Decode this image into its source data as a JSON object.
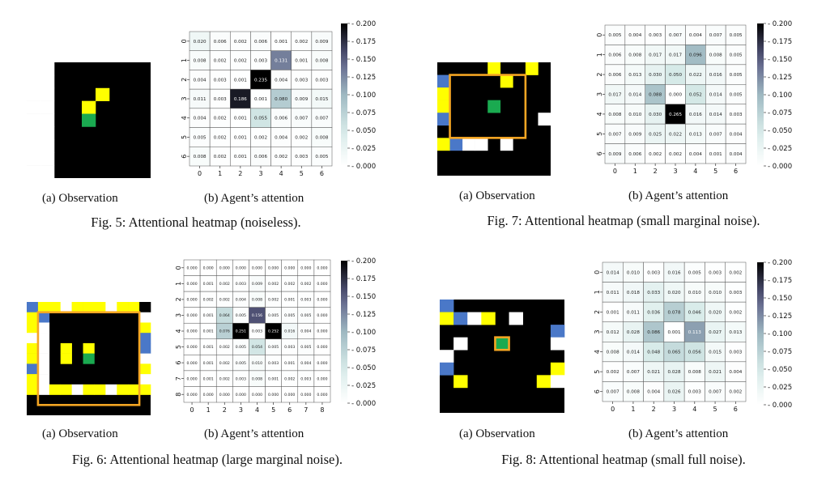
{
  "chart_data": [
    {
      "type": "heatmap",
      "figure_caption": "Fig. 5: Attentional heatmap (noiseless).",
      "obs_caption": "(a) Observation",
      "att_caption": "(b) Agent’s attention",
      "x_ticks": [
        "0",
        "1",
        "2",
        "3",
        "4",
        "5",
        "6"
      ],
      "y_ticks": [
        "0",
        "1",
        "2",
        "3",
        "4",
        "5",
        "6"
      ],
      "values": [
        [
          "0.020",
          "0.006",
          "0.002",
          "0.006",
          "0.001",
          "0.002",
          "0.009"
        ],
        [
          "0.008",
          "0.002",
          "0.002",
          "0.003",
          "0.131",
          "0.001",
          "0.008"
        ],
        [
          "0.004",
          "0.003",
          "0.001",
          "0.235",
          "0.004",
          "0.003",
          "0.003"
        ],
        [
          "0.011",
          "0.003",
          "0.186",
          "0.001",
          "0.080",
          "0.009",
          "0.015"
        ],
        [
          "0.004",
          "0.002",
          "0.001",
          "0.055",
          "0.006",
          "0.007",
          "0.007"
        ],
        [
          "0.005",
          "0.002",
          "0.001",
          "0.002",
          "0.004",
          "0.002",
          "0.008"
        ],
        [
          "0.008",
          "0.002",
          "0.001",
          "0.006",
          "0.002",
          "0.003",
          "0.005"
        ]
      ],
      "colorbar_ticks": [
        "0.000",
        "0.025",
        "0.050",
        "0.075",
        "0.100",
        "0.125",
        "0.150",
        "0.175",
        "0.200"
      ],
      "vmin": 0,
      "vmax": 0.2,
      "observation": {
        "grid": 9,
        "cells": [
          {
            "r": 0,
            "c": 0,
            "color": "#ffffff"
          },
          {
            "r": 0,
            "c": 1,
            "color": "#ffffff"
          },
          {
            "r": 1,
            "c": 0,
            "color": "#ffffff"
          },
          {
            "r": 1,
            "c": 1,
            "color": "#ffffff"
          },
          {
            "r": 2,
            "c": 0,
            "color": "#ffffff"
          },
          {
            "r": 2,
            "c": 1,
            "color": "#ffffff"
          },
          {
            "r": 3,
            "c": 0,
            "color": "#ffffff"
          },
          {
            "r": 3,
            "c": 1,
            "color": "#ffffff"
          },
          {
            "r": 4,
            "c": 0,
            "color": "#ffffff"
          },
          {
            "r": 4,
            "c": 1,
            "color": "#ffffff"
          },
          {
            "r": 5,
            "c": 0,
            "color": "#ffffff"
          },
          {
            "r": 5,
            "c": 1,
            "color": "#ffffff"
          },
          {
            "r": 6,
            "c": 0,
            "color": "#ffffff"
          },
          {
            "r": 6,
            "c": 1,
            "color": "#ffffff"
          },
          {
            "r": 7,
            "c": 0,
            "color": "#ffffff"
          },
          {
            "r": 7,
            "c": 1,
            "color": "#ffffff"
          },
          {
            "r": 8,
            "c": 0,
            "color": "#ffffff"
          },
          {
            "r": 8,
            "c": 1,
            "color": "#ffffff"
          },
          {
            "r": 2,
            "c": 5,
            "color": "#ffff00"
          },
          {
            "r": 3,
            "c": 4,
            "color": "#ffff00"
          },
          {
            "r": 4,
            "c": 4,
            "color": "#1aaa50"
          }
        ],
        "box": null
      }
    },
    {
      "type": "heatmap",
      "figure_caption": "Fig. 7: Attentional heatmap (small marginal noise).",
      "obs_caption": "(a) Observation",
      "att_caption": "(b) Agent’s attention",
      "x_ticks": [
        "0",
        "1",
        "2",
        "3",
        "4",
        "5",
        "6"
      ],
      "y_ticks": [
        "0",
        "1",
        "2",
        "3",
        "4",
        "5",
        "6"
      ],
      "values": [
        [
          "0.005",
          "0.004",
          "0.003",
          "0.007",
          "0.004",
          "0.007",
          "0.005"
        ],
        [
          "0.006",
          "0.008",
          "0.017",
          "0.017",
          "0.096",
          "0.008",
          "0.005"
        ],
        [
          "0.006",
          "0.013",
          "0.030",
          "0.050",
          "0.022",
          "0.016",
          "0.005"
        ],
        [
          "0.017",
          "0.014",
          "0.088",
          "0.000",
          "0.052",
          "0.014",
          "0.005"
        ],
        [
          "0.008",
          "0.010",
          "0.030",
          "0.265",
          "0.016",
          "0.014",
          "0.003"
        ],
        [
          "0.007",
          "0.009",
          "0.025",
          "0.022",
          "0.013",
          "0.007",
          "0.004"
        ],
        [
          "0.009",
          "0.006",
          "0.002",
          "0.002",
          "0.004",
          "0.001",
          "0.004"
        ]
      ],
      "colorbar_ticks": [
        "0.000",
        "0.025",
        "0.050",
        "0.075",
        "0.100",
        "0.125",
        "0.150",
        "0.175",
        "0.200"
      ],
      "vmin": 0,
      "vmax": 0.2,
      "observation": {
        "grid": 9,
        "cells": [
          {
            "r": 0,
            "c": 4,
            "color": "#ffff00"
          },
          {
            "r": 0,
            "c": 7,
            "color": "#ffff00"
          },
          {
            "r": 1,
            "c": 0,
            "color": "#4a78c8"
          },
          {
            "r": 1,
            "c": 5,
            "color": "#ffff00"
          },
          {
            "r": 2,
            "c": 0,
            "color": "#ffff00"
          },
          {
            "r": 3,
            "c": 0,
            "color": "#ffff00"
          },
          {
            "r": 4,
            "c": 0,
            "color": "#4a78c8"
          },
          {
            "r": 6,
            "c": 0,
            "color": "#ffff00"
          },
          {
            "r": 6,
            "c": 1,
            "color": "#4a78c8"
          },
          {
            "r": 6,
            "c": 2,
            "color": "#ffffff"
          },
          {
            "r": 6,
            "c": 3,
            "color": "#ffffff"
          },
          {
            "r": 6,
            "c": 5,
            "color": "#ffffff"
          },
          {
            "r": 4,
            "c": 8,
            "color": "#ffffff"
          },
          {
            "r": 3,
            "c": 4,
            "color": "#1aaa50"
          }
        ],
        "box": {
          "r0": 1,
          "c0": 1,
          "r1": 6,
          "c1": 7,
          "color": "#f5a623"
        }
      }
    },
    {
      "type": "heatmap",
      "figure_caption": "Fig. 6: Attentional heatmap (large marginal noise).",
      "obs_caption": "(a) Observation",
      "att_caption": "(b) Agent’s attention",
      "x_ticks": [
        "0",
        "1",
        "2",
        "3",
        "4",
        "5",
        "6",
        "7",
        "8"
      ],
      "y_ticks": [
        "0",
        "1",
        "2",
        "3",
        "4",
        "5",
        "6",
        "7",
        "8"
      ],
      "values": [
        [
          "0.000",
          "0.000",
          "0.000",
          "0.000",
          "0.000",
          "0.000",
          "0.000",
          "0.000",
          "0.000"
        ],
        [
          "0.000",
          "0.001",
          "0.002",
          "0.003",
          "0.009",
          "0.002",
          "0.002",
          "0.002",
          "0.000"
        ],
        [
          "0.000",
          "0.002",
          "0.002",
          "0.004",
          "0.008",
          "0.002",
          "0.001",
          "0.003",
          "0.000"
        ],
        [
          "0.000",
          "0.001",
          "0.064",
          "0.005",
          "0.156",
          "0.005",
          "0.005",
          "0.005",
          "0.000"
        ],
        [
          "0.000",
          "0.001",
          "0.076",
          "0.251",
          "0.003",
          "0.252",
          "0.016",
          "0.004",
          "0.000"
        ],
        [
          "0.000",
          "0.001",
          "0.002",
          "0.005",
          "0.054",
          "0.005",
          "0.003",
          "0.005",
          "0.000"
        ],
        [
          "0.000",
          "0.001",
          "0.002",
          "0.005",
          "0.010",
          "0.003",
          "0.001",
          "0.004",
          "0.000"
        ],
        [
          "0.000",
          "0.001",
          "0.002",
          "0.003",
          "0.008",
          "0.001",
          "0.002",
          "0.003",
          "0.000"
        ],
        [
          "0.000",
          "0.000",
          "0.000",
          "0.000",
          "0.000",
          "0.000",
          "0.000",
          "0.000",
          "0.000"
        ]
      ],
      "colorbar_ticks": [
        "0.000",
        "0.025",
        "0.050",
        "0.075",
        "0.100",
        "0.125",
        "0.150",
        "0.175",
        "0.200"
      ],
      "vmin": 0,
      "vmax": 0.2,
      "observation": {
        "grid": 11,
        "cells": [
          {
            "r": 0,
            "c": 0,
            "color": "#4a78c8"
          },
          {
            "r": 0,
            "c": 1,
            "color": "#ffff00"
          },
          {
            "r": 0,
            "c": 2,
            "color": "#ffff00"
          },
          {
            "r": 0,
            "c": 3,
            "color": "#ffffff"
          },
          {
            "r": 0,
            "c": 4,
            "color": "#ffff00"
          },
          {
            "r": 0,
            "c": 5,
            "color": "#ffff00"
          },
          {
            "r": 0,
            "c": 6,
            "color": "#ffff00"
          },
          {
            "r": 0,
            "c": 7,
            "color": "#ffffff"
          },
          {
            "r": 0,
            "c": 8,
            "color": "#ffff00"
          },
          {
            "r": 0,
            "c": 9,
            "color": "#ffff00"
          },
          {
            "r": 0,
            "c": 10,
            "color": "#000000"
          },
          {
            "r": 1,
            "c": 0,
            "color": "#ffff00"
          },
          {
            "r": 1,
            "c": 1,
            "color": "#4a78c8"
          },
          {
            "r": 1,
            "c": 10,
            "color": "#ffffff"
          },
          {
            "r": 2,
            "c": 0,
            "color": "#ffff00"
          },
          {
            "r": 2,
            "c": 1,
            "color": "#ffffff"
          },
          {
            "r": 2,
            "c": 10,
            "color": "#ffff00"
          },
          {
            "r": 3,
            "c": 0,
            "color": "#ffffff"
          },
          {
            "r": 3,
            "c": 1,
            "color": "#ffffff"
          },
          {
            "r": 3,
            "c": 10,
            "color": "#4a78c8"
          },
          {
            "r": 4,
            "c": 0,
            "color": "#ffff00"
          },
          {
            "r": 4,
            "c": 1,
            "color": "#ffffff"
          },
          {
            "r": 4,
            "c": 10,
            "color": "#4a78c8"
          },
          {
            "r": 5,
            "c": 0,
            "color": "#ffff00"
          },
          {
            "r": 5,
            "c": 1,
            "color": "#ffffff"
          },
          {
            "r": 5,
            "c": 10,
            "color": "#ffffff"
          },
          {
            "r": 6,
            "c": 0,
            "color": "#4a78c8"
          },
          {
            "r": 6,
            "c": 1,
            "color": "#ffffff"
          },
          {
            "r": 6,
            "c": 10,
            "color": "#ffff00"
          },
          {
            "r": 7,
            "c": 0,
            "color": "#ffff00"
          },
          {
            "r": 7,
            "c": 1,
            "color": "#ffffff"
          },
          {
            "r": 7,
            "c": 10,
            "color": "#ffffff"
          },
          {
            "r": 8,
            "c": 0,
            "color": "#ffff00"
          },
          {
            "r": 8,
            "c": 1,
            "color": "#ffffff"
          },
          {
            "r": 8,
            "c": 2,
            "color": "#ffff00"
          },
          {
            "r": 8,
            "c": 3,
            "color": "#ffff00"
          },
          {
            "r": 8,
            "c": 4,
            "color": "#ffffff"
          },
          {
            "r": 8,
            "c": 5,
            "color": "#ffff00"
          },
          {
            "r": 8,
            "c": 6,
            "color": "#ffff00"
          },
          {
            "r": 8,
            "c": 7,
            "color": "#ffffff"
          },
          {
            "r": 8,
            "c": 8,
            "color": "#ffff00"
          },
          {
            "r": 8,
            "c": 9,
            "color": "#ffff00"
          },
          {
            "r": 8,
            "c": 10,
            "color": "#ffff00"
          },
          {
            "r": 4,
            "c": 3,
            "color": "#ffff00"
          },
          {
            "r": 5,
            "c": 3,
            "color": "#ffff00"
          },
          {
            "r": 4,
            "c": 5,
            "color": "#ffff00"
          },
          {
            "r": 5,
            "c": 5,
            "color": "#1aaa50"
          }
        ],
        "box": {
          "r0": 1,
          "c0": 1,
          "r1": 10,
          "c1": 10,
          "color": "#f5a623"
        }
      }
    },
    {
      "type": "heatmap",
      "figure_caption": "Fig. 8: Attentional heatmap (small full noise).",
      "obs_caption": "(a) Observation",
      "att_caption": "(b) Agent’s attention",
      "x_ticks": [
        "0",
        "1",
        "2",
        "3",
        "4",
        "5",
        "6"
      ],
      "y_ticks": [
        "0",
        "1",
        "2",
        "3",
        "4",
        "5",
        "6"
      ],
      "values": [
        [
          "0.014",
          "0.010",
          "0.003",
          "0.016",
          "0.005",
          "0.003",
          "0.002"
        ],
        [
          "0.011",
          "0.018",
          "0.033",
          "0.020",
          "0.010",
          "0.010",
          "0.003"
        ],
        [
          "0.001",
          "0.011",
          "0.036",
          "0.078",
          "0.046",
          "0.020",
          "0.002"
        ],
        [
          "0.012",
          "0.028",
          "0.086",
          "0.001",
          "0.113",
          "0.027",
          "0.013"
        ],
        [
          "0.008",
          "0.014",
          "0.048",
          "0.065",
          "0.056",
          "0.015",
          "0.003"
        ],
        [
          "0.002",
          "0.007",
          "0.021",
          "0.028",
          "0.008",
          "0.021",
          "0.004"
        ],
        [
          "0.007",
          "0.008",
          "0.004",
          "0.026",
          "0.003",
          "0.007",
          "0.002"
        ]
      ],
      "colorbar_ticks": [
        "0.000",
        "0.025",
        "0.050",
        "0.075",
        "0.100",
        "0.125",
        "0.150",
        "0.175",
        "0.200"
      ],
      "vmin": 0,
      "vmax": 0.2,
      "observation": {
        "grid": 9,
        "cells": [
          {
            "r": 0,
            "c": 0,
            "color": "#4a78c8"
          },
          {
            "r": 1,
            "c": 0,
            "color": "#ffff00"
          },
          {
            "r": 1,
            "c": 1,
            "color": "#4a78c8"
          },
          {
            "r": 1,
            "c": 2,
            "color": "#ffffff"
          },
          {
            "r": 1,
            "c": 3,
            "color": "#ffff00"
          },
          {
            "r": 1,
            "c": 5,
            "color": "#ffffff"
          },
          {
            "r": 2,
            "c": 8,
            "color": "#4a78c8"
          },
          {
            "r": 3,
            "c": 1,
            "color": "#ffffff"
          },
          {
            "r": 3,
            "c": 8,
            "color": "#ffffff"
          },
          {
            "r": 4,
            "c": 0,
            "color": "#ffffff"
          },
          {
            "r": 5,
            "c": 0,
            "color": "#4a78c8"
          },
          {
            "r": 5,
            "c": 8,
            "color": "#ffff00"
          },
          {
            "r": 6,
            "c": 1,
            "color": "#ffff00"
          },
          {
            "r": 6,
            "c": 7,
            "color": "#ffff00"
          },
          {
            "r": 6,
            "c": 8,
            "color": "#ffffff"
          },
          {
            "r": 3,
            "c": 4,
            "color": "#1aaa50"
          }
        ],
        "box": {
          "r0": 3,
          "c0": 4,
          "r1": 4,
          "c1": 5,
          "color": "#f5a623"
        }
      }
    }
  ]
}
